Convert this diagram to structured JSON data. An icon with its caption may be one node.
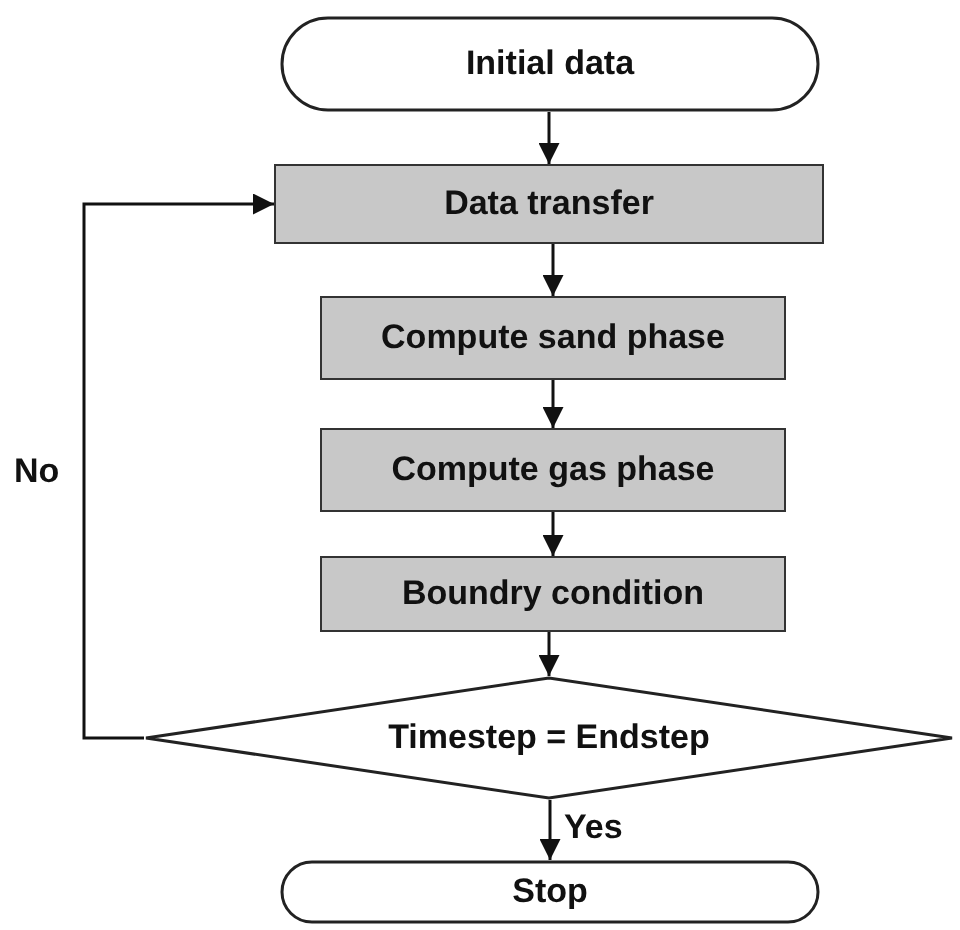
{
  "diagram": {
    "nodes": [
      {
        "text": [
          "Initial data"
        ]
      },
      {
        "text": [
          "Data transfer"
        ]
      },
      {
        "text": [
          "Compute sand phase"
        ]
      },
      {
        "text": [
          "Compute gas phase"
        ]
      },
      {
        "text": [
          "Boundry condition"
        ]
      },
      {
        "text": [
          "Timestep = Endstep"
        ]
      },
      {
        "text": [
          "Stop"
        ]
      }
    ],
    "edges": [
      {
        "from": 0,
        "to": 1,
        "arrow": "to"
      },
      {
        "from": 1,
        "to": 2,
        "arrow": "to"
      },
      {
        "from": 2,
        "to": 3,
        "arrow": "to"
      },
      {
        "from": 3,
        "to": 4,
        "arrow": "to"
      },
      {
        "from": 4,
        "to": 5,
        "arrow": "to"
      },
      {
        "from": 5,
        "to": 6,
        "arrow": "to",
        "label": "Yes"
      },
      {
        "from": 5,
        "to": 1,
        "arrow": "to",
        "label": "No"
      }
    ]
  }
}
